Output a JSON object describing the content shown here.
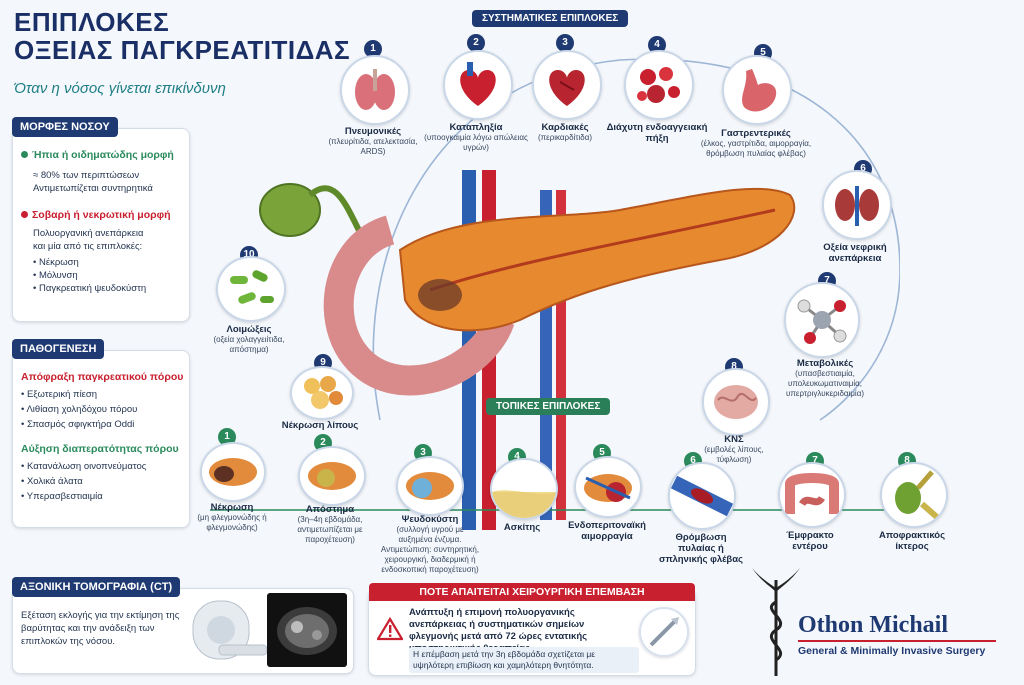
{
  "header": {
    "title_line1": "ΕΠΙΠΛΟΚΕΣ",
    "title_line2": "ΟΞΕΙΑΣ ΠΑΓΚΡΕΑΤΙΤΙΔΑΣ",
    "subtitle": "Όταν η νόσος γίνεται επικίνδυνη"
  },
  "forms": {
    "heading": "ΜΟΡΦΕΣ ΝΟΣΟΥ",
    "mild_title": "Ήπια ή οιδηματώδης μορφή",
    "mild_text1": "≈ 80% των περιπτώσεων",
    "mild_text2": "Αντιμετωπίζεται συντηρητικά",
    "severe_title": "Σοβαρή ή νεκρωτική μορφή",
    "severe_text1": "Πολυοργανική ανεπάρκεια",
    "severe_text2": "και μία από τις επιπλοκές:",
    "severe_items": [
      "Νέκρωση",
      "Μόλυνση",
      "Παγκρεατική ψευδοκύστη"
    ]
  },
  "pathogenesis": {
    "heading": "ΠΑΘΟΓΕΝΕΣΗ",
    "obstruction_title": "Απόφραξη παγκρεατικού πόρου",
    "obstruction_items": [
      "Εξωτερική πίεση",
      "Λιθίαση χοληδόχου πόρου",
      "Σπασμός σφιγκτήρα Oddi"
    ],
    "permeability_title": "Αύξηση διαπερατότητας πόρου",
    "permeability_items": [
      "Κατανάλωση οινοπνεύματος",
      "Χολικά άλατα",
      "Υπερασβεστιαιμία"
    ]
  },
  "systemic": {
    "heading": "ΣΥΣΤΗΜΑΤΙΚΕΣ ΕΠΙΠΛΟΚΕΣ",
    "items": [
      {
        "n": "1",
        "title": "Πνευμονικές",
        "sub": "(πλευρίτιδα, ατελεκτασία, ARDS)"
      },
      {
        "n": "2",
        "title": "Καταπληξία",
        "sub": "(υποογκαιμία λόγω απώλειας υγρών)"
      },
      {
        "n": "3",
        "title": "Καρδιακές",
        "sub": "(περικαρδίτιδα)"
      },
      {
        "n": "4",
        "title": "Διάχυτη ενδοαγγειακή πήξη",
        "sub": ""
      },
      {
        "n": "5",
        "title": "Γαστρεντερικές",
        "sub": "(έλκος, γαστρίτιδα, αιμορραγία, θρόμβωση πυλαίας φλέβας)"
      },
      {
        "n": "6",
        "title": "Οξεία νεφρική ανεπάρκεια",
        "sub": ""
      },
      {
        "n": "7",
        "title": "Μεταβολικές",
        "sub": "(υπασβεστιαιμία, υπολευκωματιναιμία, υπερτριγλυκεριδαιμία)"
      },
      {
        "n": "8",
        "title": "ΚΝΣ",
        "sub": "(εμβολές λίπους, τύφλωση)"
      },
      {
        "n": "9",
        "title": "Νέκρωση λίπους",
        "sub": ""
      },
      {
        "n": "10",
        "title": "Λοιμώξεις",
        "sub": "(οξεία χολαγγειίτιδα, απόστημα)"
      }
    ]
  },
  "local": {
    "heading": "ΤΟΠΙΚΕΣ ΕΠΙΠΛΟΚΕΣ",
    "items": [
      {
        "n": "1",
        "title": "Νέκρωση",
        "sub": "(μη φλεγμονώδης ή φλεγμονώδης)"
      },
      {
        "n": "2",
        "title": "Απόστημα",
        "sub": "(3η–4η εβδομάδα, αντιμετωπίζεται με παροχέτευση)"
      },
      {
        "n": "3",
        "title": "Ψευδοκύστη",
        "sub": "(συλλογή υγρού με αυξημένα ένζυμα. Αντιμετώπιση: συντηρητική, χειρουργική, διαδερμική ή ενδοσκοπική παροχέτευση)"
      },
      {
        "n": "4",
        "title": "Ασκίτης",
        "sub": ""
      },
      {
        "n": "5",
        "title": "Ενδοπεριτοναϊκή αιμορραγία",
        "sub": ""
      },
      {
        "n": "6",
        "title": "Θρόμβωση πυλαίας ή σπληνικής φλέβας",
        "sub": ""
      },
      {
        "n": "7",
        "title": "Έμφρακτο εντέρου",
        "sub": ""
      },
      {
        "n": "8",
        "title": "Αποφρακτικός ίκτερος",
        "sub": ""
      }
    ]
  },
  "ct": {
    "heading": "ΑΞΟΝΙΚΗ ΤΟΜΟΓΡΑΦΙΑ (CT)",
    "text": "Εξέταση εκλογής για την εκτίμηση της βαρύτητας και την ανάδειξη των επιπλοκών της νόσου."
  },
  "surgery": {
    "heading": "ΠΟΤΕ ΑΠΑΙΤΕΙΤΑΙ ΧΕΙΡΟΥΡΓΙΚΗ ΕΠΕΜΒΑΣΗ",
    "text": "Ανάπτυξη ή επιμονή πολυοργανικής ανεπάρκειας ή συστηματικών σημείων φλεγμονής μετά από 72 ώρες εντατικής υποστηρικτικής θεραπείας.",
    "note": "Η επέμβαση μετά την 3η εβδομάδα σχετίζεται με υψηλότερη επιβίωση και χαμηλότερη θνητότητα."
  },
  "brand": {
    "name": "Othon Michail",
    "tagline": "General & Minimally Invasive Surgery"
  },
  "colors": {
    "navy": "#1f3a72",
    "green": "#2a8a5c",
    "red": "#c8202f",
    "teal": "#1f7f86"
  }
}
